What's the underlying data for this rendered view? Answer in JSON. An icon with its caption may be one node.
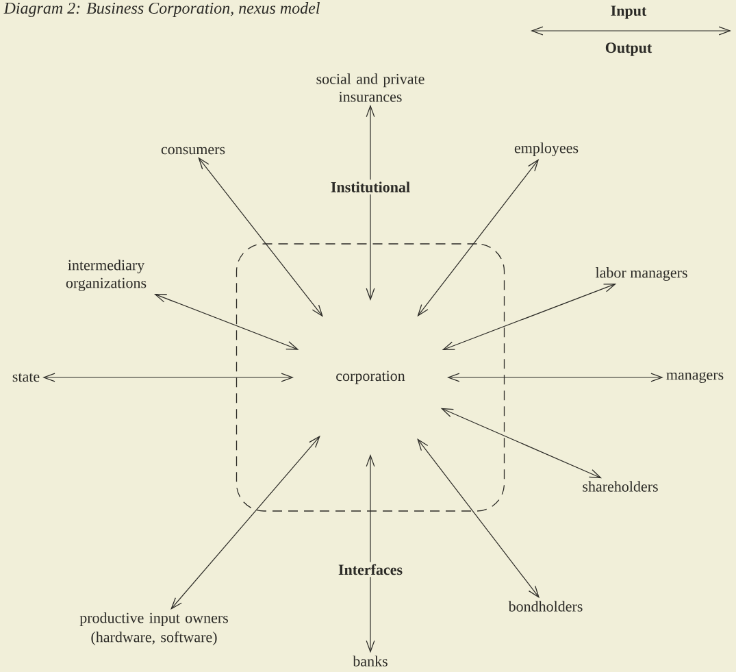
{
  "diagram": {
    "title": "Diagram 2: Business Corporation, nexus model",
    "nodes": [
      {
        "text": [
          "corporation"
        ]
      },
      {
        "text": [
          "social and private insurances"
        ]
      },
      {
        "text": [
          "consumers"
        ]
      },
      {
        "text": [
          "employees"
        ]
      },
      {
        "text": [
          "intermediary organizations"
        ]
      },
      {
        "text": [
          "labor managers"
        ]
      },
      {
        "text": [
          "state"
        ]
      },
      {
        "text": [
          "managers"
        ]
      },
      {
        "text": [
          "shareholders"
        ]
      },
      {
        "text": [
          "productive input owners",
          "(hardware, software)"
        ]
      },
      {
        "text": [
          "bondholders"
        ]
      },
      {
        "text": [
          "banks"
        ]
      }
    ],
    "edges": [
      {
        "from": 1,
        "to": 0,
        "arrow": "both",
        "label": "Institutional"
      },
      {
        "from": 2,
        "to": 0,
        "arrow": "both"
      },
      {
        "from": 3,
        "to": 0,
        "arrow": "both"
      },
      {
        "from": 4,
        "to": 0,
        "arrow": "both"
      },
      {
        "from": 5,
        "to": 0,
        "arrow": "both"
      },
      {
        "from": 6,
        "to": 0,
        "arrow": "both"
      },
      {
        "from": 7,
        "to": 0,
        "arrow": "both"
      },
      {
        "from": 8,
        "to": 0,
        "arrow": "both"
      },
      {
        "from": 9,
        "to": 0,
        "arrow": "both"
      },
      {
        "from": 10,
        "to": 0,
        "arrow": "both"
      },
      {
        "from": 11,
        "to": 0,
        "arrow": "both",
        "label": "Interfaces"
      }
    ],
    "labels": [
      "Input",
      "Output"
    ]
  }
}
